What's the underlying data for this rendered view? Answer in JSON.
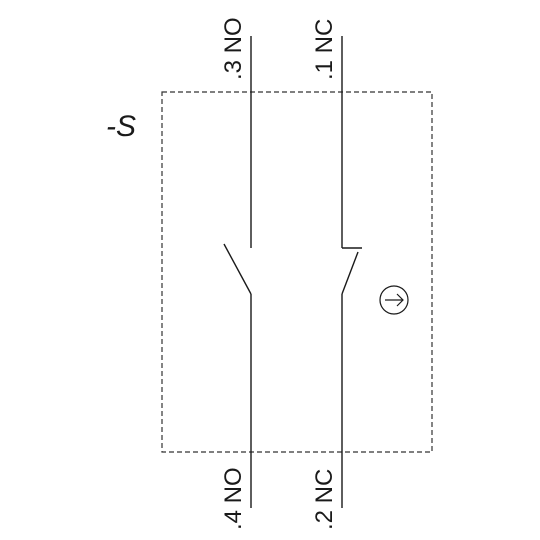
{
  "device": {
    "designation": "-S"
  },
  "terminals": {
    "no_top": ".3 NO",
    "nc_top": ".1 NC",
    "no_bottom": ".4 NO",
    "nc_bottom": ".2 NC"
  },
  "symbols": {
    "actuator": "push-actuator-arrow-icon"
  },
  "colors": {
    "line": "#1a1a1a",
    "background": "#ffffff"
  }
}
